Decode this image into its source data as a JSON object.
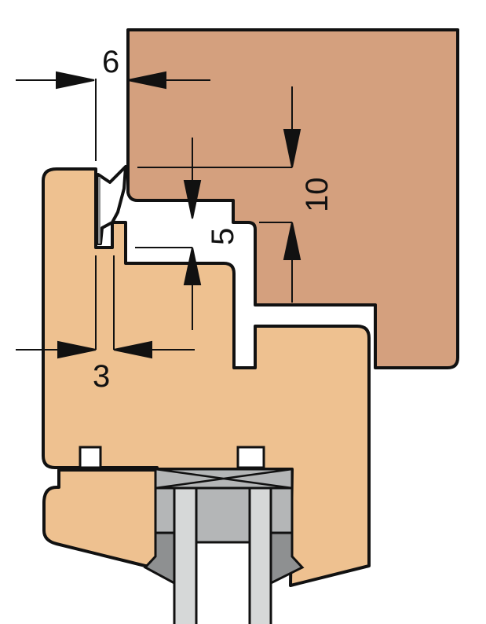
{
  "colors": {
    "sash": "#d4a07e",
    "frame": "#eec190",
    "glass": "#d6d8d8",
    "spacer": "#b4b6b7",
    "seal": "#8e9091",
    "line": "#111111"
  },
  "dimensions": {
    "top_gap": "6",
    "overlap_height": "10",
    "clearance": "5",
    "rebate_gap": "3"
  }
}
